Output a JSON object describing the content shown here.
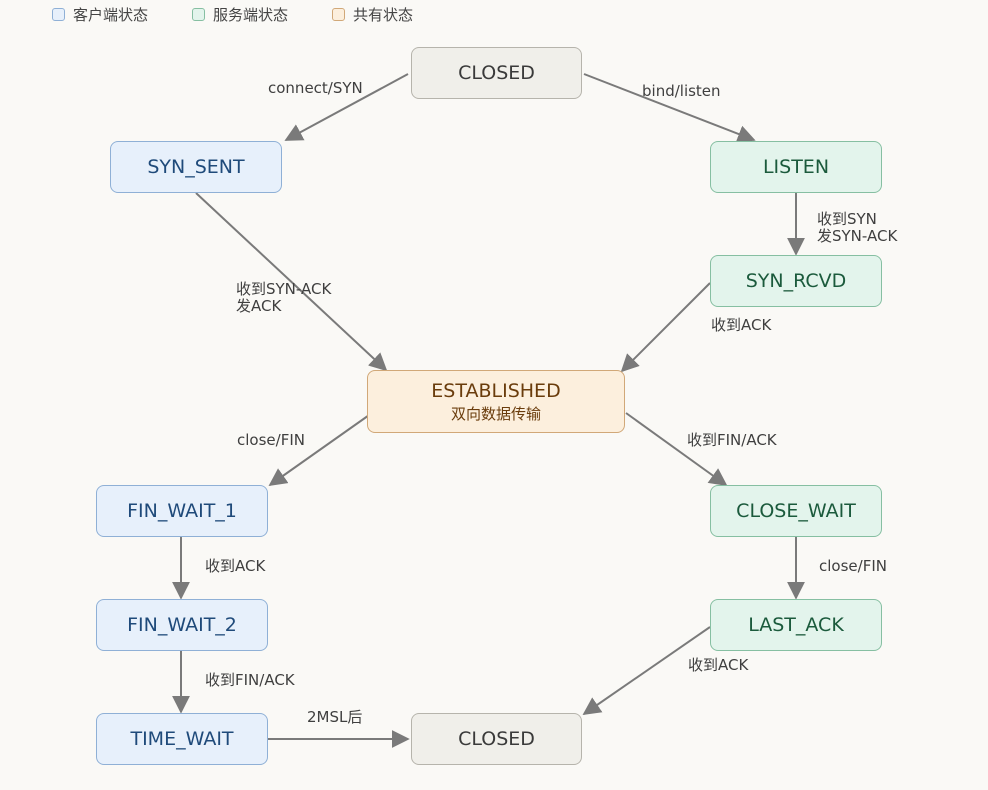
{
  "legend": {
    "client": "客户端状态",
    "server": "服务端状态",
    "shared": "共有状态"
  },
  "colors": {
    "client_bg": "#e7f0fb",
    "client_border": "#8fb0d6",
    "server_bg": "#e3f4ec",
    "server_border": "#86bfa2",
    "shared_bg": "#fcefdd",
    "shared_border": "#d1a878",
    "neutral_bg": "#f0efea",
    "neutral_border": "#b6b4ac",
    "edge": "#7a7a7a"
  },
  "states": {
    "closed_top": "CLOSED",
    "syn_sent": "SYN_SENT",
    "listen": "LISTEN",
    "syn_rcvd": "SYN_RCVD",
    "established": "ESTABLISHED",
    "established_sub": "双向数据传输",
    "fin_wait_1": "FIN_WAIT_1",
    "fin_wait_2": "FIN_WAIT_2",
    "time_wait": "TIME_WAIT",
    "close_wait": "CLOSE_WAIT",
    "last_ack": "LAST_ACK",
    "closed_bottom": "CLOSED"
  },
  "edges": {
    "connect": "connect/SYN",
    "bind": "bind/listen",
    "recv_syn_line1": "收到SYN",
    "recv_syn_line2": "发SYN-ACK",
    "recv_synack_line1": "收到SYN-ACK",
    "recv_synack_line2": "发ACK",
    "synrcvd_ack": "收到ACK",
    "close_fin_client": "close/FIN",
    "recv_fin_ack_server": "收到FIN/ACK",
    "fw1_ack": "收到ACK",
    "fw2_finack": "收到FIN/ACK",
    "close_fin_server": "close/FIN",
    "lastack_ack": "收到ACK",
    "two_msl": "2MSL后"
  }
}
